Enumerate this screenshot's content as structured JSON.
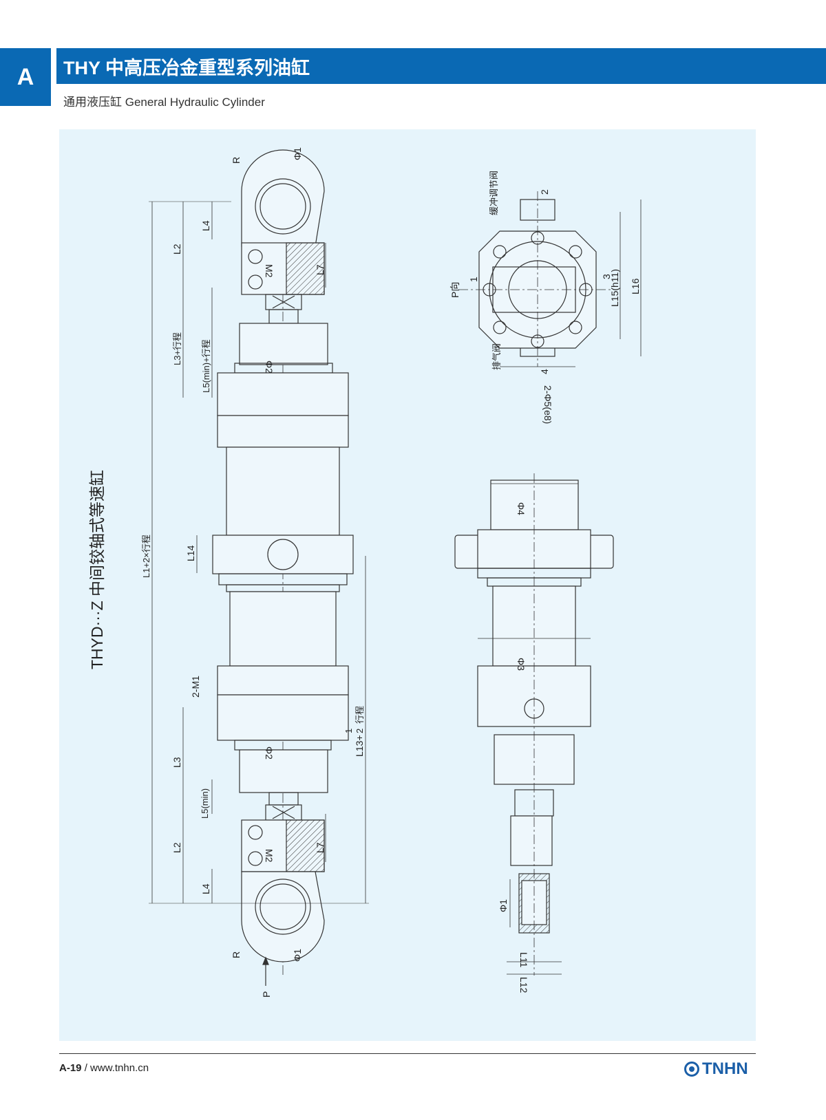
{
  "header": {
    "section_letter": "A",
    "title": "THY 中高压冶金重型系列油缸",
    "subtitle": "通用液压缸 General Hydraulic Cylinder"
  },
  "drawing": {
    "model_title": "THYD···Z 中间铰轴式等速缸",
    "labels": {
      "R": "R",
      "phi1": "Φ1",
      "phi2": "Φ2",
      "phi3": "Φ3",
      "phi4": "Φ4",
      "L1": "L1+2×行程",
      "L2": "L2",
      "L3": "L3",
      "L3_stroke": "L3+行程",
      "L4": "L4",
      "L5_min": "L5(min)",
      "L5_stroke": "L5(min)+行程",
      "L7": "L7",
      "L11": "L11",
      "L12": "L12",
      "L13": "L13+",
      "L13_frac_num": "1",
      "L13_frac_den": "2",
      "L13_stroke": "行程",
      "L14": "L14",
      "L15": "L15(h11)",
      "L16": "L16",
      "M1": "2-M1",
      "M2": "M2",
      "phi5": "2-Φ5(e8)",
      "P_dir": "P向",
      "P": "P",
      "n1": "1",
      "n2": "2",
      "n3": "3",
      "n4": "4",
      "cushion_valve": "缓冲调节阀",
      "vent_valve": "排气阀"
    }
  },
  "footer": {
    "page": "A-19",
    "separator": "/",
    "url": "www.tnhn.cn",
    "brand": "TNHN"
  },
  "colors": {
    "brand_blue": "#0a69b4",
    "panel_bg": "#e6f4fb"
  }
}
